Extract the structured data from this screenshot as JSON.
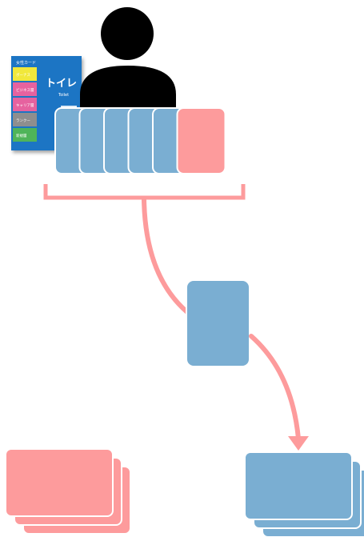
{
  "colors": {
    "blue_card": "#7aaed2",
    "red_card": "#fd9b9c",
    "person": "#000000",
    "bracket": "#fd9b9c",
    "arrow": "#fd9b9c",
    "card_stroke": "#ffffff",
    "toilet_card_bg": "#1f74c4",
    "sticker_yellow": "#f1e83b",
    "sticker_pink": "#e6629f",
    "sticker_gray": "#8e8e8e",
    "sticker_green": "#4fb45a"
  },
  "hand": {
    "cards": [
      "blue",
      "blue",
      "blue",
      "blue",
      "blue",
      "red"
    ]
  },
  "toilet_card": {
    "header": "女性カード",
    "title": "トイレ",
    "subtitle": "Toilet",
    "stickers": [
      {
        "label": "ボーナス",
        "color": "yellow"
      },
      {
        "label": "ビジネス層",
        "color": "pink"
      },
      {
        "label": "キャリア層",
        "color": "pink"
      },
      {
        "label": "ランクー",
        "color": "gray"
      },
      {
        "label": "新規層",
        "color": "green"
      }
    ]
  },
  "piles": {
    "left": {
      "color": "red",
      "count": 3
    },
    "right": {
      "color": "blue",
      "count": 3
    }
  }
}
